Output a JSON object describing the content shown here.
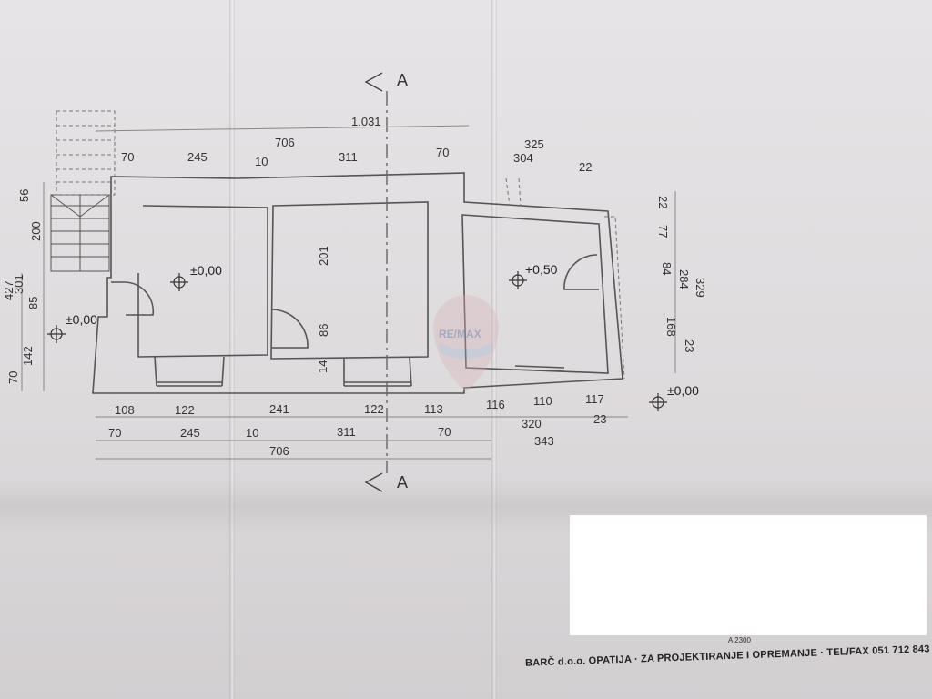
{
  "section_markers": [
    "A",
    "A"
  ],
  "overall": {
    "top_total": "1.031",
    "top_sub": "706",
    "bottom_sub": "706"
  },
  "top_dims": [
    "70",
    "245",
    "10",
    "311",
    "70"
  ],
  "top_right_dims": [
    "325",
    "304",
    "22"
  ],
  "bottom_row1": [
    "108",
    "122",
    "241",
    "122",
    "113",
    "116",
    "110",
    "117"
  ],
  "bottom_row2": [
    "70",
    "245",
    "10",
    "311",
    "70",
    "320",
    "23"
  ],
  "bottom_row3": [
    "343"
  ],
  "left_dims": [
    "56",
    "200",
    "427",
    "301",
    "85",
    "142",
    "70"
  ],
  "right_dims": [
    "22",
    "77",
    "84",
    "284",
    "329",
    "168",
    "23"
  ],
  "inner_dims": [
    "201",
    "86",
    "14"
  ],
  "levels": [
    "±0,00",
    "±0,00",
    "+0,50",
    "±0,00"
  ],
  "watermark": "RE/MAX",
  "title_block": {
    "text": "BARČ d.o.o. OPATIJA · ZA PROJEKTIRANJE I OPREMANJE · TEL/FAX 051 712 843",
    "scale": "A 2300"
  }
}
